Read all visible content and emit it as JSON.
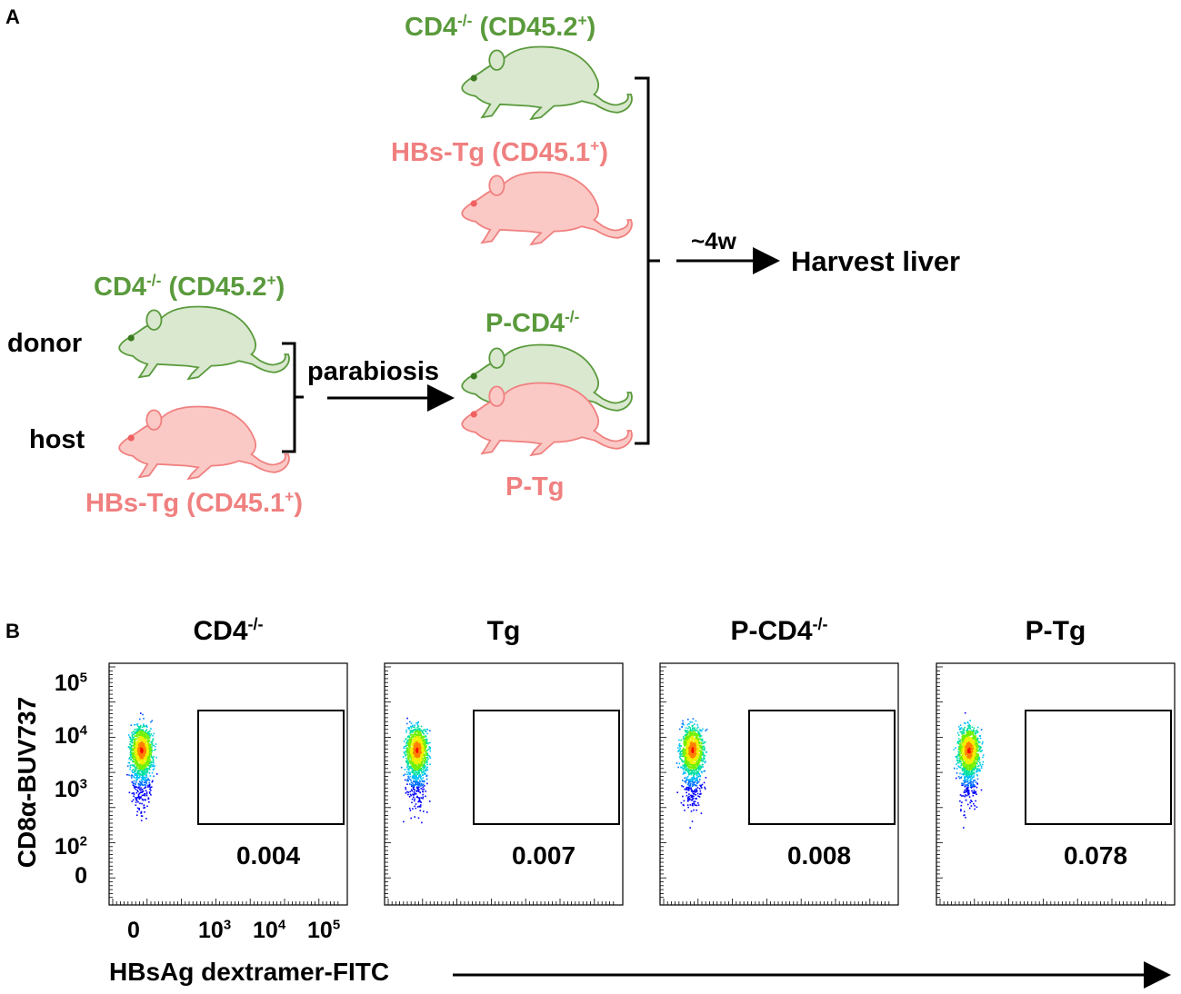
{
  "panel_a": {
    "letter": "A",
    "top_left_green": {
      "base": "CD4",
      "sup": "-/-",
      "suffix": " (CD45.2",
      "sup2": "+",
      "end": ")"
    },
    "top_right_pink": {
      "base": "HBs-Tg (CD45.1",
      "sup": "+",
      "end": ")"
    },
    "left_green": {
      "base": "CD4",
      "sup": "-/-",
      "suffix": " (CD45.2",
      "sup2": "+",
      "end": ")"
    },
    "left_pink": {
      "base": "HBs-Tg (CD45.1",
      "sup": "+",
      "end": ")"
    },
    "donor": "donor",
    "host": "host",
    "parabiosis": "parabiosis",
    "p_cd4": {
      "base": "P-CD4",
      "sup": "-/-"
    },
    "p_tg": "P-Tg",
    "duration": "~4w",
    "harvest": "Harvest liver",
    "colors": {
      "green": "#5a9a3c",
      "green_fill": "#d9e8cf",
      "pink": "#f08080",
      "pink_fill": "#fbc9c5"
    }
  },
  "panel_b": {
    "letter": "B",
    "y_axis_label": "CD8α-BUV737",
    "x_axis_label": "HBsAg dextramer-FITC",
    "y_ticks": [
      {
        "base": "10",
        "sup": "5"
      },
      {
        "base": "10",
        "sup": "4"
      },
      {
        "base": "10",
        "sup": "3"
      },
      {
        "base": "10",
        "sup": "2"
      },
      {
        "base": "0",
        "sup": ""
      }
    ],
    "x_ticks": [
      {
        "base": "0",
        "sup": ""
      },
      {
        "base": "10",
        "sup": "3"
      },
      {
        "base": "10",
        "sup": "4"
      },
      {
        "base": "10",
        "sup": "5"
      }
    ],
    "plots": [
      {
        "title_base": "CD4",
        "title_sup": "-/-",
        "gate_value": "0.004"
      },
      {
        "title_base": "Tg",
        "title_sup": "",
        "gate_value": "0.007"
      },
      {
        "title_base": "P-CD4",
        "title_sup": "-/-",
        "gate_value": "0.008"
      },
      {
        "title_base": "P-Tg",
        "title_sup": "",
        "gate_value": "0.078"
      }
    ]
  }
}
